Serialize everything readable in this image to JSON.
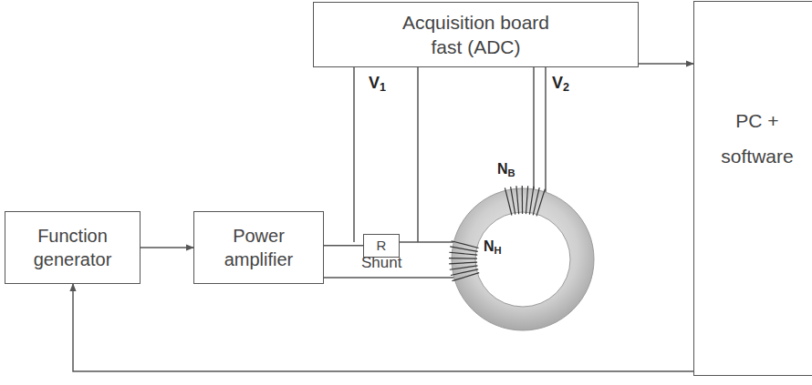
{
  "diagram": {
    "nodes": [
      {
        "text": [
          "Acquisition board fast (ADC)"
        ]
      },
      {
        "text": [
          "PC + software"
        ]
      },
      {
        "text": [
          "Function generator"
        ]
      },
      {
        "text": [
          "Power amplifier"
        ]
      },
      {
        "text": [
          "R"
        ]
      }
    ],
    "edges": [
      {
        "from": 2,
        "to": 3,
        "arrow": "to"
      },
      {
        "from": 0,
        "to": 1,
        "arrow": "to"
      },
      {
        "from": 1,
        "to": 2,
        "arrow": "to"
      },
      {
        "from": 3,
        "to": 4,
        "arrow": "none"
      }
    ],
    "labels": [
      "V1",
      "V2",
      "NB",
      "NH",
      "Shunt"
    ]
  }
}
